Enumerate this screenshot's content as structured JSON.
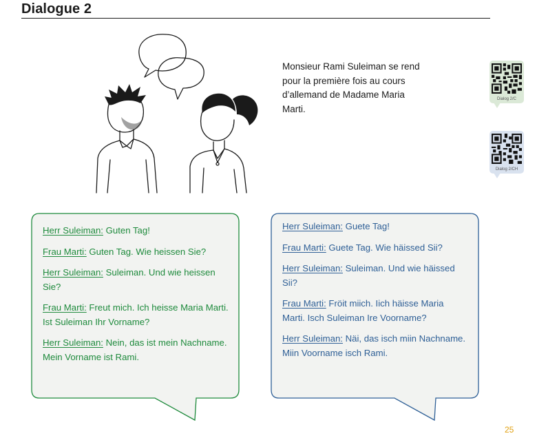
{
  "page": {
    "title": "Dialogue 2",
    "page_number": "25"
  },
  "intro": {
    "text": "Monsieur Rami Suleiman se rend pour la première fois au cours d’allemand de Madame Maria Marti."
  },
  "qr_codes": [
    {
      "label": "Dialog 2/C",
      "color": "#dbe9d7"
    },
    {
      "label": "Dialog 2/CH",
      "color": "#d9e2ef"
    }
  ],
  "dialogue_standard": {
    "color": "#1e8a3c",
    "lines": [
      {
        "speaker": "Herr Suleiman:",
        "text": " Guten Tag!"
      },
      {
        "speaker": "Frau Marti:",
        "text": " Guten Tag. Wie heissen Sie?"
      },
      {
        "speaker": "Herr Suleiman:",
        "text": " Suleiman. Und wie heissen Sie?"
      },
      {
        "speaker": "Frau Marti:",
        "text": " Freut mich. Ich heisse Maria Marti. Ist Suleiman Ihr Vorname?"
      },
      {
        "speaker": "Herr Suleiman:",
        "text": " Nein, das ist mein Nachname. Mein Vorname ist Rami."
      }
    ]
  },
  "dialogue_swiss": {
    "color": "#2e5f96",
    "lines": [
      {
        "speaker": "Herr Suleiman:",
        "text": " Guete Tag!"
      },
      {
        "speaker": "Frau Marti:",
        "text": " Guete Tag. Wie häissed Sii?"
      },
      {
        "speaker": "Herr Suleiman:",
        "text": " Suleiman. Und wie häissed Sii?"
      },
      {
        "speaker": "Frau Marti:",
        "text": " Fröit miich. Iich häisse Maria Marti. Isch Suleiman Ire Voorname?"
      },
      {
        "speaker": "Herr Suleiman:",
        "text": " Näi, das isch miin Nachname. Miin Voorname isch Rami."
      }
    ]
  }
}
